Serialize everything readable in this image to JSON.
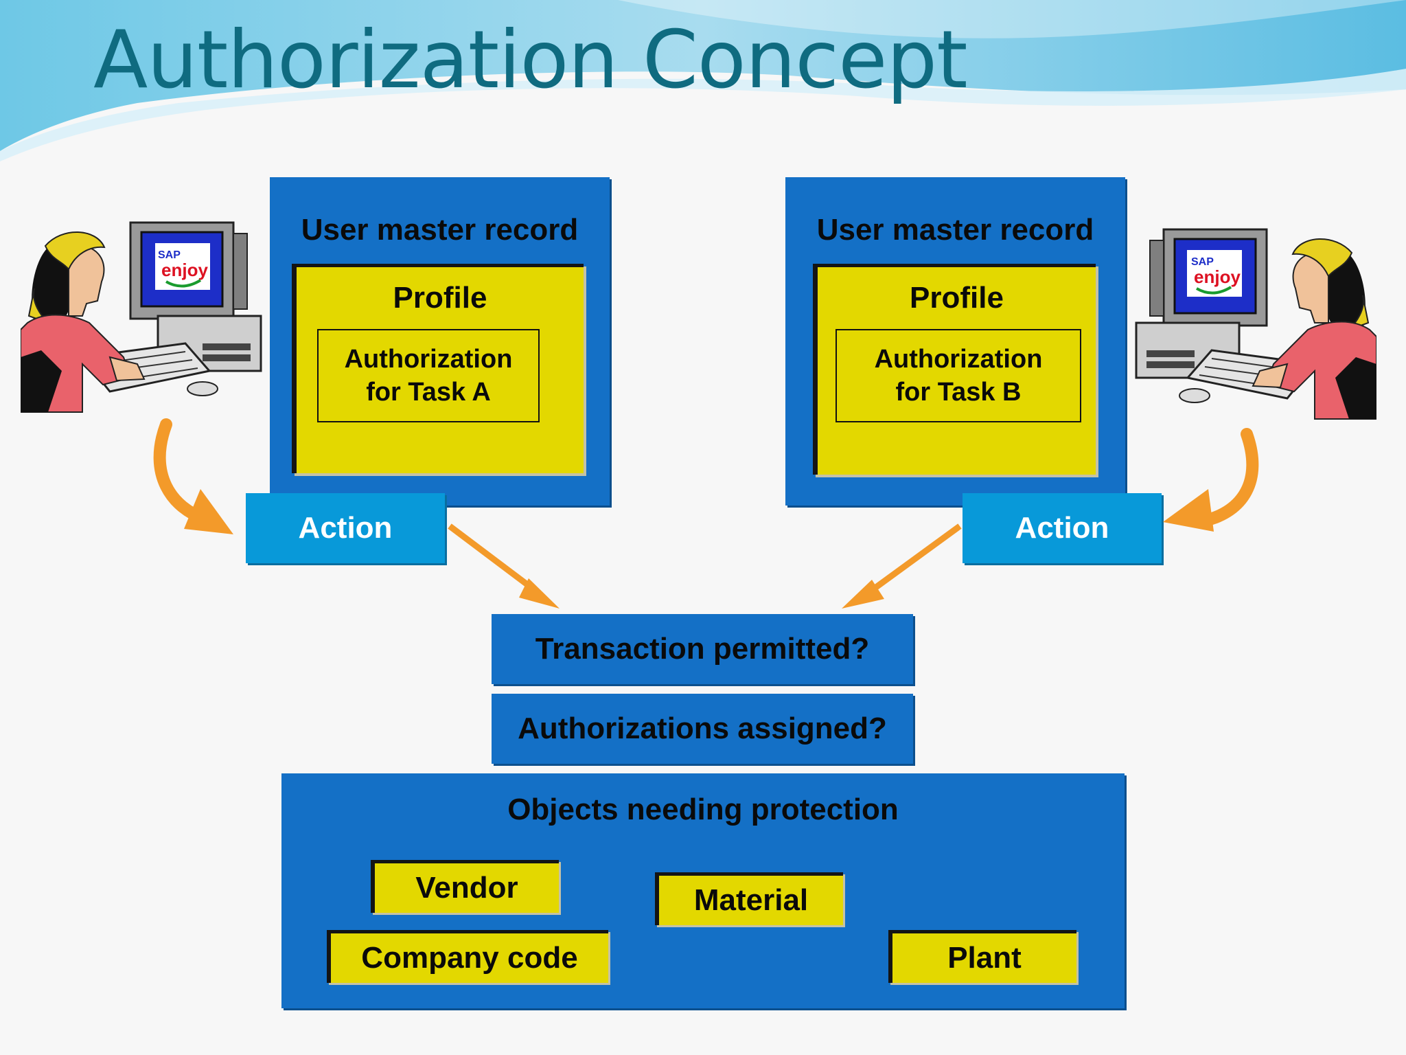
{
  "title": "Authorization Concept",
  "records": [
    {
      "label": "User master record",
      "profile_label": "Profile",
      "authorization": "Authorization\nfor Task A",
      "action_label": "Action",
      "logo_text": "SAP enjoy"
    },
    {
      "label": "User master record",
      "profile_label": "Profile",
      "authorization": "Authorization\nfor Task B",
      "action_label": "Action",
      "logo_text": "SAP enjoy"
    }
  ],
  "checks": [
    "Transaction permitted?",
    "Authorizations assigned?"
  ],
  "objects": {
    "title": "Objects needing protection",
    "items": [
      "Vendor",
      "Material",
      "Company code",
      "Plant"
    ]
  },
  "colors": {
    "title_text": "#0f6b80",
    "box_blue": "#1470c6",
    "action_blue": "#0899d9",
    "yellow": "#e3d800",
    "arrow_orange": "#f39a2a"
  }
}
